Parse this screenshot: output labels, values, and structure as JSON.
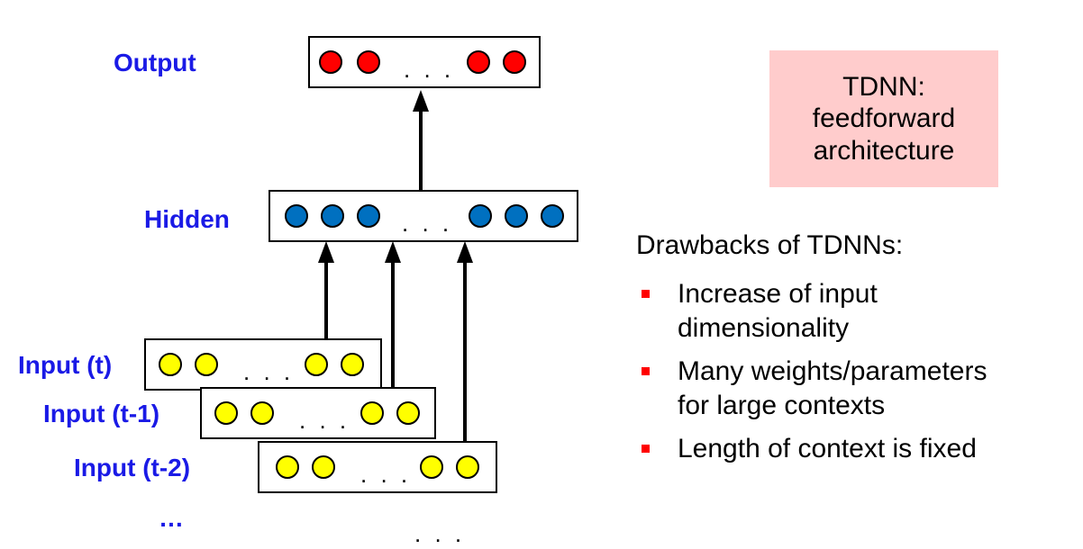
{
  "layers": {
    "output": {
      "label": "Output",
      "dots": ". . ."
    },
    "hidden": {
      "label": "Hidden",
      "dots": ". . ."
    },
    "input_t": {
      "label": "Input (t)",
      "dots": ". . ."
    },
    "input_t1": {
      "label": "Input (t-1)",
      "dots": ". . ."
    },
    "input_t2": {
      "label": "Input (t-2)",
      "dots": ". . ."
    },
    "more_label": "…",
    "more_dots": ". . ."
  },
  "colors": {
    "output_node": "#ff0000",
    "hidden_node": "#0070c0",
    "input_node": "#ffff00",
    "label_text": "#1a1ae6",
    "callout_bg": "#ffcccc",
    "bullet": "#ff0000"
  },
  "callout": {
    "lines": [
      "TDNN:",
      "feedforward",
      "architecture"
    ]
  },
  "drawbacks": {
    "heading": "Drawbacks of TDNNs:",
    "items": [
      {
        "line1": "Increase of input",
        "line2": "dimensionality"
      },
      {
        "line1": "Many weights/parameters",
        "line2": "for large contexts"
      },
      {
        "line1": "Length of context is fixed",
        "line2": ""
      }
    ]
  }
}
